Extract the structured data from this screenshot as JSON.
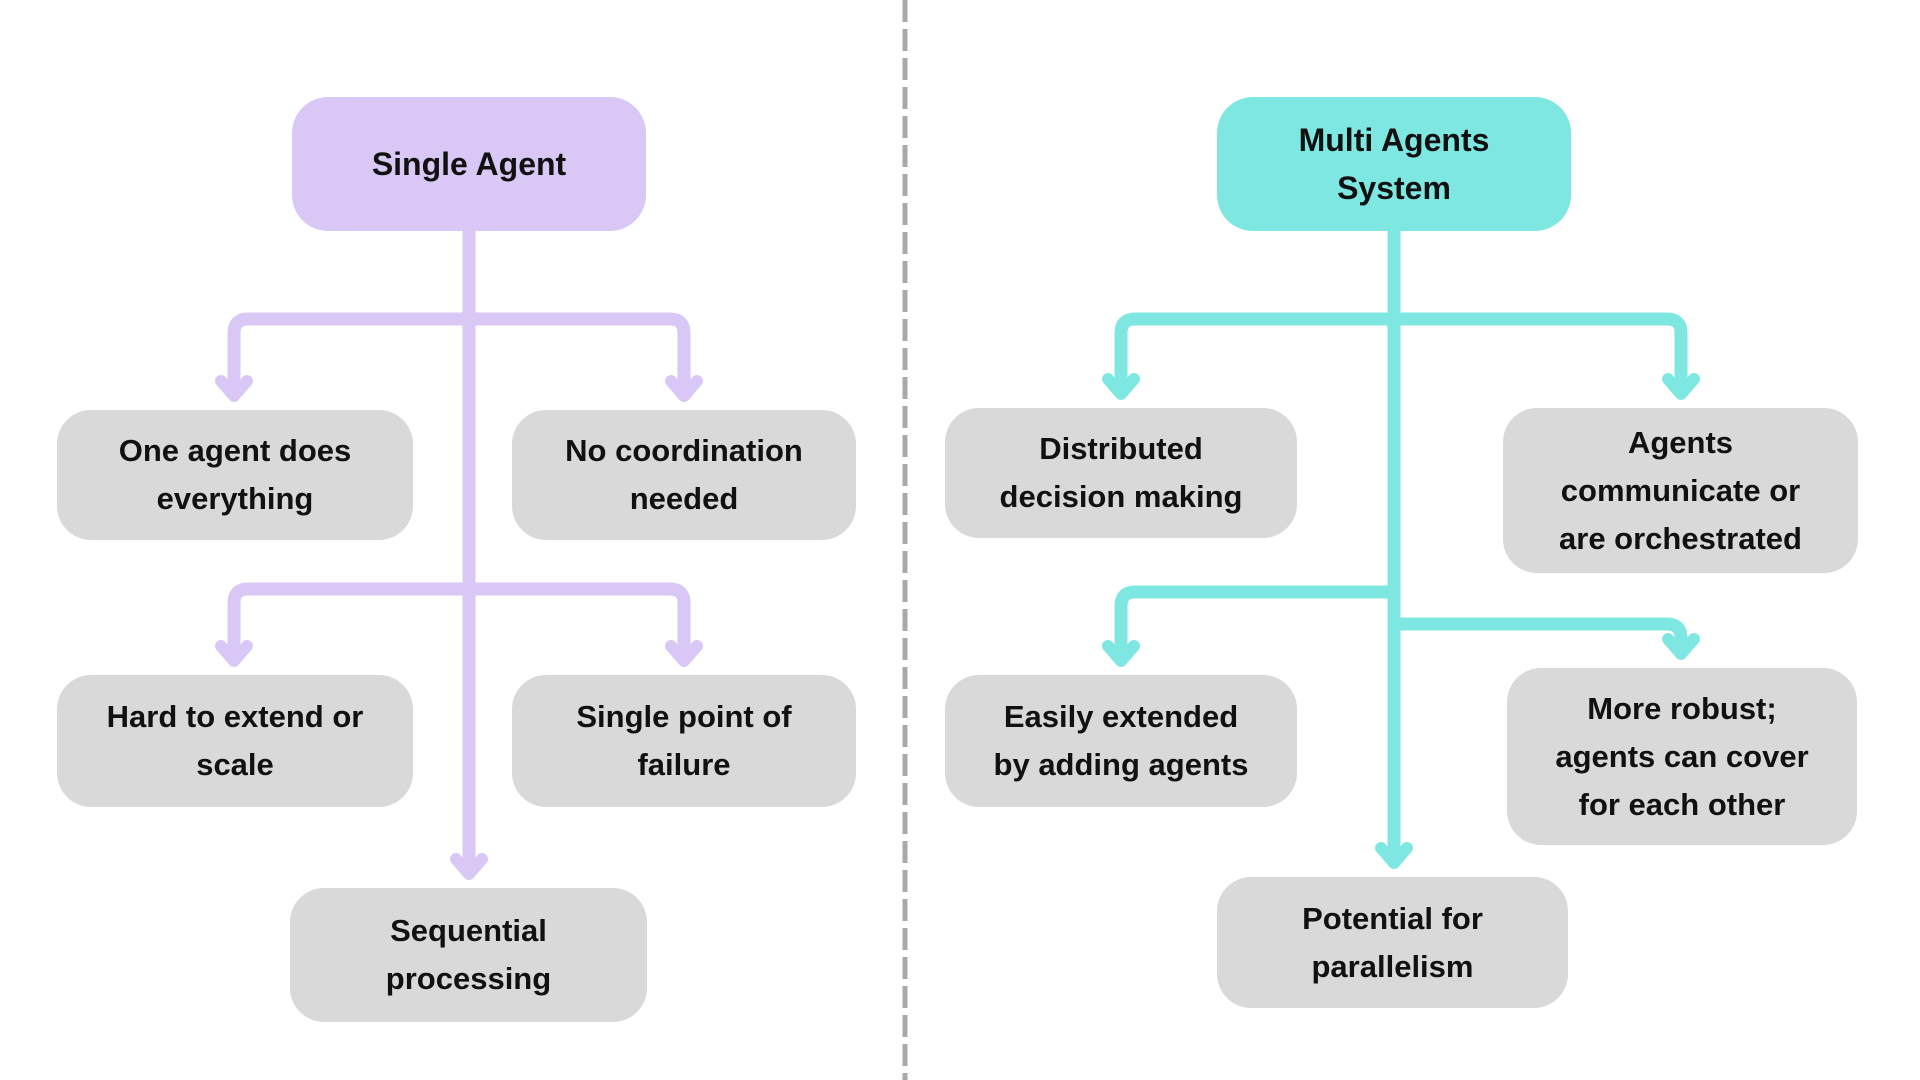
{
  "colors": {
    "lavender": "#d9c7f5",
    "teal": "#7ee7e1",
    "node_gray": "#d9d9d9",
    "divider_gray": "#a9a9a9",
    "text": "#111111",
    "background": "#ffffff"
  },
  "left": {
    "root": {
      "label": "Single Agent"
    },
    "children": [
      {
        "label": "One agent does\neverything"
      },
      {
        "label": "No coordination\nneeded"
      },
      {
        "label": "Hard to extend or\nscale"
      },
      {
        "label": "Single point of\nfailure"
      },
      {
        "label": "Sequential\nprocessing"
      }
    ]
  },
  "right": {
    "root": {
      "label": "Multi Agents\nSystem"
    },
    "children": [
      {
        "label": "Distributed\ndecision making"
      },
      {
        "label": "Agents\ncommunicate or\nare orchestrated"
      },
      {
        "label": "Easily extended\nby adding agents"
      },
      {
        "label": "More robust;\nagents can cover\nfor each other"
      },
      {
        "label": "Potential for\nparallelism"
      }
    ]
  }
}
